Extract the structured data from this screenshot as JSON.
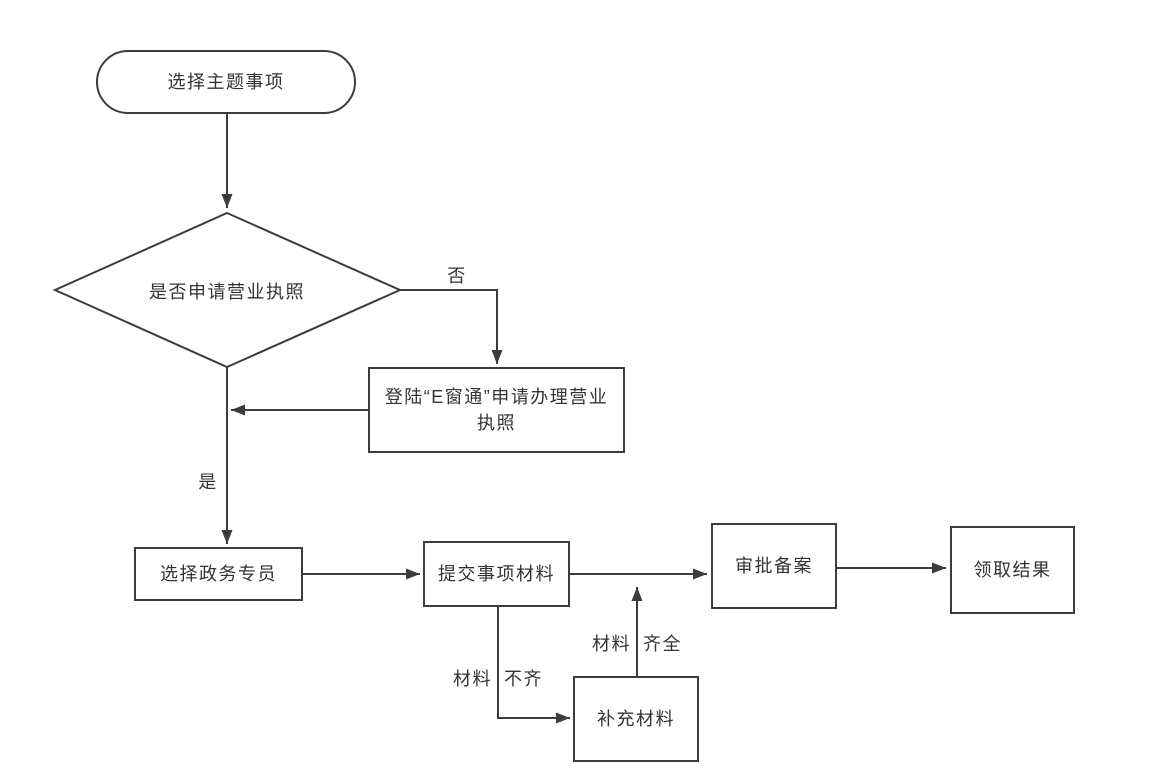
{
  "colors": {
    "background": "#ffffff",
    "line": "#3c3c3c",
    "text": "#333333"
  },
  "nodes": {
    "start": {
      "label": "选择主题事项"
    },
    "decision": {
      "label": "是否申请营业执照"
    },
    "ewindow": {
      "label": "登陆“E窗通”申请办理营业执照"
    },
    "specialist": {
      "label": "选择政务专员"
    },
    "submit": {
      "label": "提交事项材料"
    },
    "approval": {
      "label": "审批备案"
    },
    "result": {
      "label": "领取结果"
    },
    "supplement": {
      "label": "补充材料"
    }
  },
  "edge_labels": {
    "no": "否",
    "yes": "是",
    "materials_incomplete": {
      "left": "材料",
      "right": "不齐"
    },
    "materials_complete": {
      "left": "材料",
      "right": "齐全"
    }
  }
}
